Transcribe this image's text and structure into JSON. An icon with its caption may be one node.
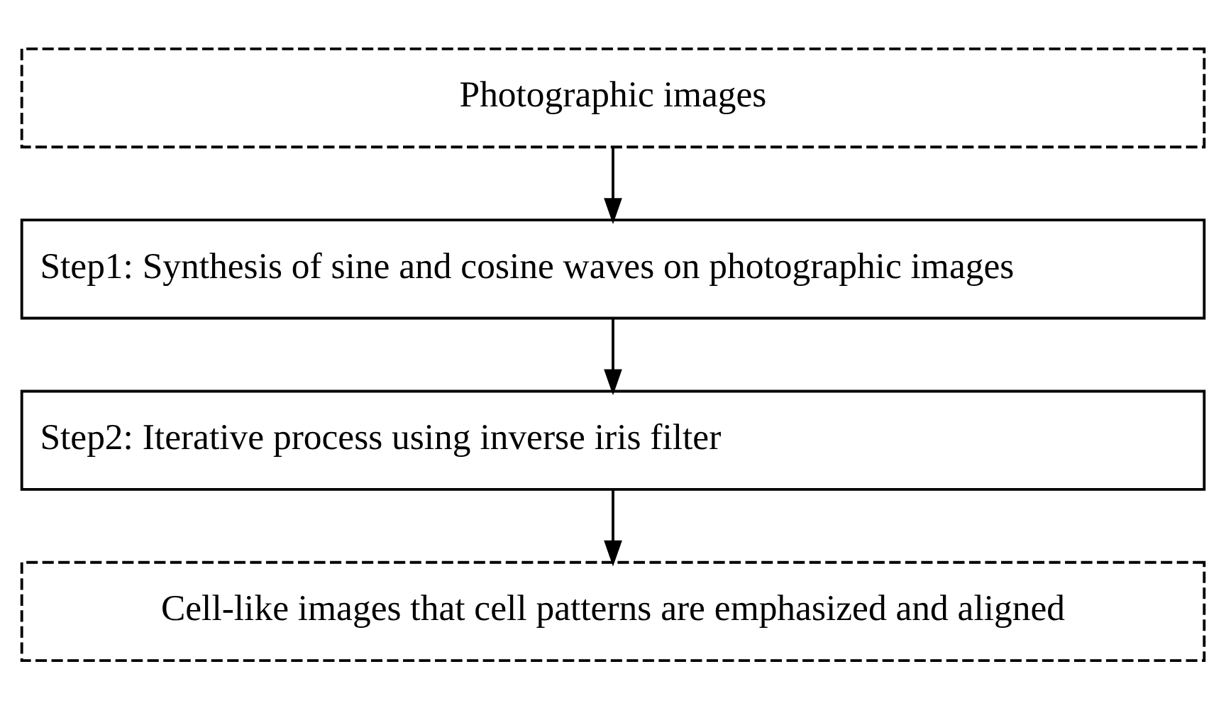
{
  "diagram": {
    "nodes": [
      {
        "text": [
          "Photographic images"
        ]
      },
      {
        "text": [
          "Step1: Synthesis of sine and cosine waves on photographic images"
        ]
      },
      {
        "text": [
          "Step2: Iterative process using inverse iris filter"
        ]
      },
      {
        "text": [
          "Cell-like images that cell patterns are emphasized and aligned"
        ]
      }
    ],
    "edges": [
      {
        "from": 0,
        "to": 1,
        "arrow": "to"
      },
      {
        "from": 1,
        "to": 2,
        "arrow": "to"
      },
      {
        "from": 2,
        "to": 3,
        "arrow": "to"
      }
    ]
  }
}
